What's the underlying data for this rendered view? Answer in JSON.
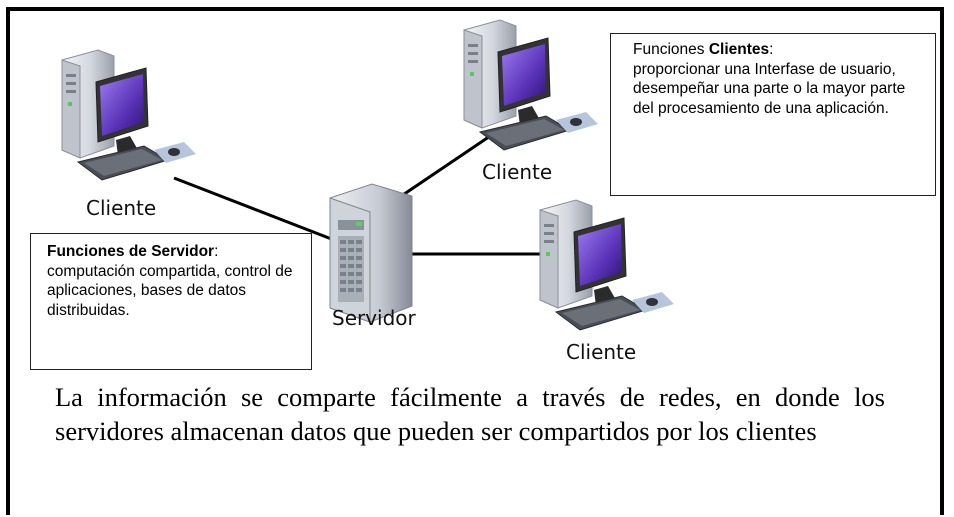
{
  "nodes": {
    "client_left": "Cliente",
    "client_top": "Cliente",
    "client_right": "Cliente",
    "server": "Servidor"
  },
  "client_box": {
    "title": "Clientes",
    "prefix": "Funciones ",
    "suffix": ":",
    "text": "proporcionar una Interfase de usuario, desempeñar una parte o la mayor parte del procesamiento de una aplicación."
  },
  "server_box": {
    "title": "Funciones de Servidor",
    "suffix": ":",
    "text": "computación compartida, control de aplicaciones, bases de datos distribuidas."
  },
  "caption": "La información se comparte fácilmente a través de redes, en donde los servidores almacenan datos que pueden ser compartidos por los clientes",
  "colors": {
    "screen": "#6a44c8",
    "case": "#d9dce2",
    "line": "#000000"
  }
}
